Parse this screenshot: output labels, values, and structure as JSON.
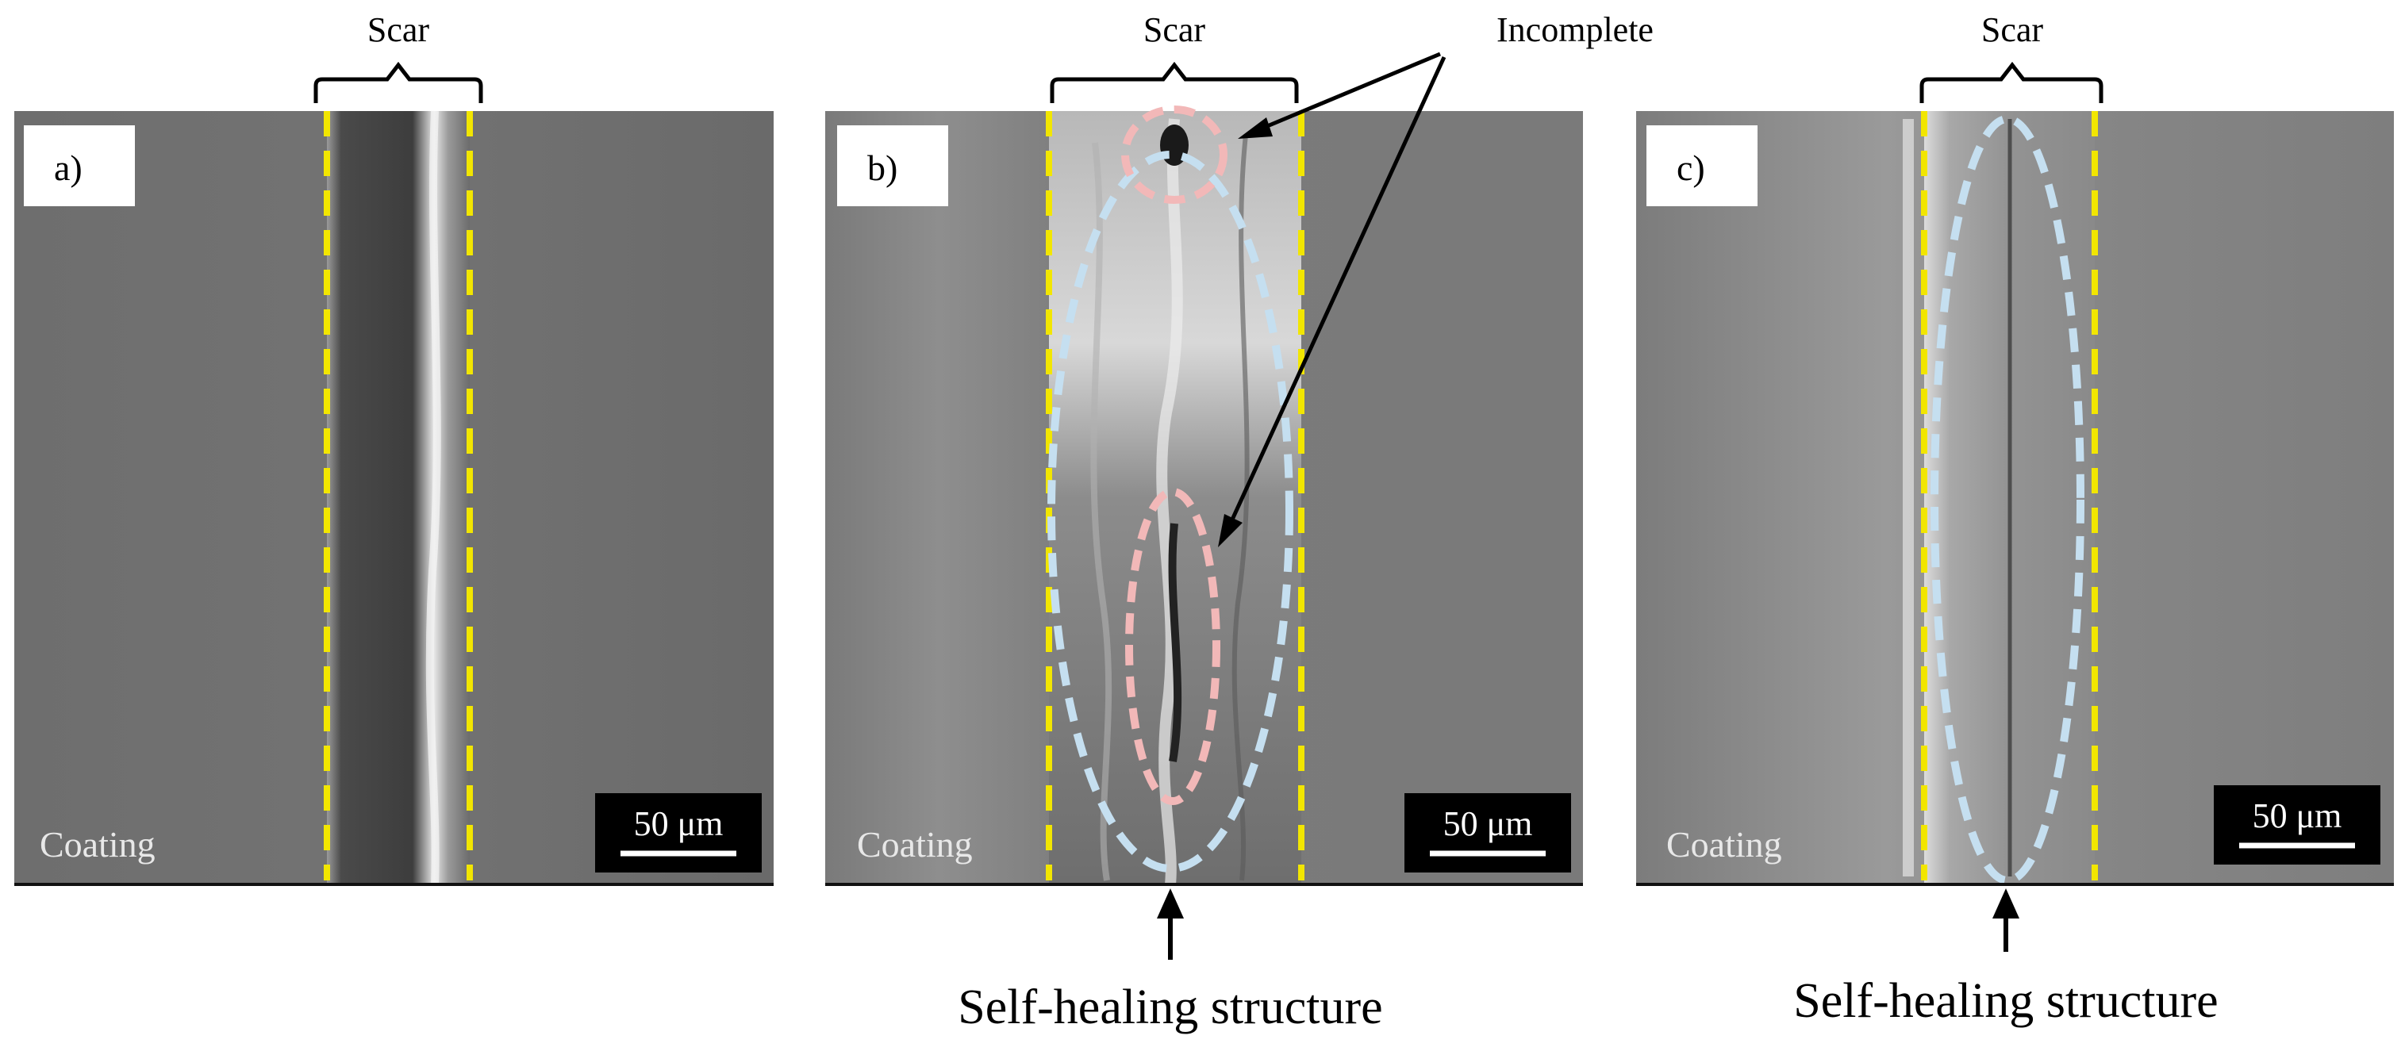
{
  "panels": [
    {
      "label": "a)",
      "scar_label": "Scar",
      "coating_label": "Coating",
      "scale_bar_text": "50 μm"
    },
    {
      "label": "b)",
      "scar_label": "Scar",
      "coating_label": "Coating",
      "scale_bar_text": "50 μm",
      "annotation_bottom": "Self-healing structure"
    },
    {
      "label": "c)",
      "scar_label": "Scar",
      "coating_label": "Coating",
      "scale_bar_text": "50 μm",
      "annotation_bottom": "Self-healing structure"
    }
  ],
  "callout_top": "Incomplete",
  "colors": {
    "scar_boundary": "#f2e600",
    "incomplete_ellipse": "#f2b8b8",
    "healing_ellipse": "#c5dff0",
    "scale_bar_bg": "#000000",
    "panel_gray": "#6f6f6f"
  }
}
